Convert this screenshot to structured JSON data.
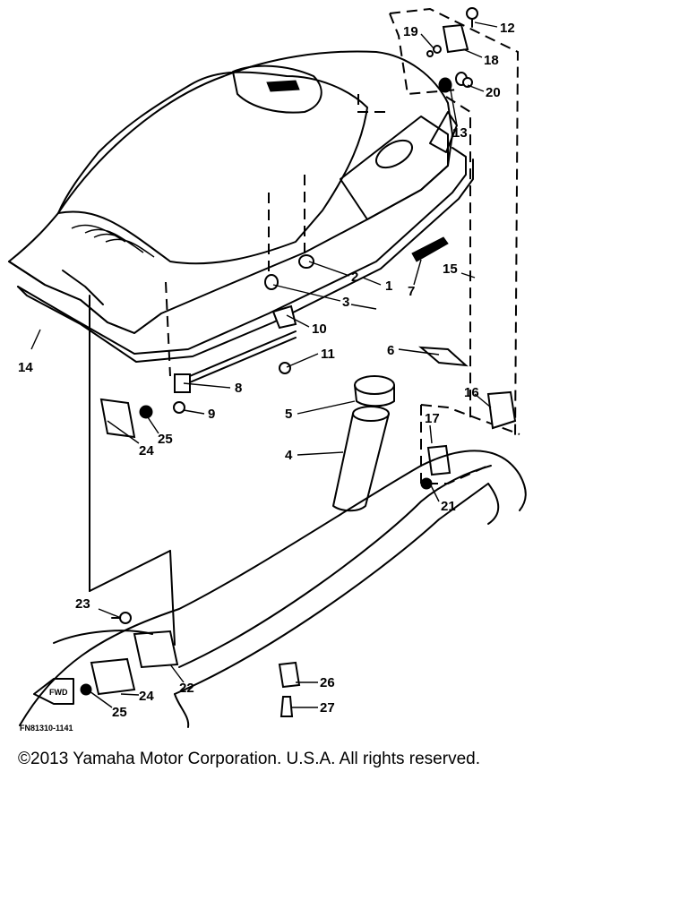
{
  "callouts": [
    {
      "id": "c1",
      "text": "1"
    },
    {
      "id": "c2",
      "text": "2"
    },
    {
      "id": "c3",
      "text": "3"
    },
    {
      "id": "c4",
      "text": "4"
    },
    {
      "id": "c5",
      "text": "5"
    },
    {
      "id": "c6",
      "text": "6"
    },
    {
      "id": "c7",
      "text": "7"
    },
    {
      "id": "c8",
      "text": "8"
    },
    {
      "id": "c9",
      "text": "9"
    },
    {
      "id": "c10",
      "text": "10"
    },
    {
      "id": "c11",
      "text": "11"
    },
    {
      "id": "c12",
      "text": "12"
    },
    {
      "id": "c13",
      "text": "13"
    },
    {
      "id": "c14",
      "text": "14"
    },
    {
      "id": "c15",
      "text": "15"
    },
    {
      "id": "c16",
      "text": "16"
    },
    {
      "id": "c17",
      "text": "17"
    },
    {
      "id": "c18",
      "text": "18"
    },
    {
      "id": "c19",
      "text": "19"
    },
    {
      "id": "c20",
      "text": "20"
    },
    {
      "id": "c21",
      "text": "21"
    },
    {
      "id": "c22",
      "text": "22"
    },
    {
      "id": "c23",
      "text": "23"
    },
    {
      "id": "c24a",
      "text": "24"
    },
    {
      "id": "c24b",
      "text": "24"
    },
    {
      "id": "c25a",
      "text": "25"
    },
    {
      "id": "c25b",
      "text": "25"
    },
    {
      "id": "c26",
      "text": "26"
    },
    {
      "id": "c27",
      "text": "27"
    }
  ],
  "direction_arrow": "FWD",
  "figure_code": "FN81310-1141",
  "copyright": "©2013 Yamaha Motor Corporation. U.S.A. All rights reserved."
}
